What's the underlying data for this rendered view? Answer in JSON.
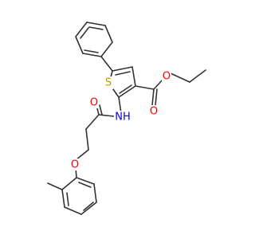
{
  "molecule": {
    "atoms": {
      "sulfur": {
        "label": "S",
        "color": "#B8A000"
      },
      "ester_carbonyl_o": {
        "label": "O",
        "color": "#FF0000"
      },
      "ester_ether_o": {
        "label": "O",
        "color": "#FF0000"
      },
      "amide_n": {
        "label": "NH",
        "color": "#0000FF"
      },
      "amide_o": {
        "label": "O",
        "color": "#FF0000"
      },
      "aryl_ether_o": {
        "label": "O",
        "color": "#FF0000"
      }
    },
    "bond_color": "#333333"
  }
}
